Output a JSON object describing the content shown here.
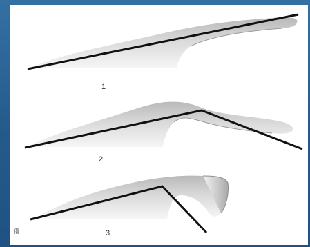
{
  "figure": {
    "items": [
      {
        "label": "1"
      },
      {
        "label": "2"
      },
      {
        "label": "3"
      }
    ],
    "corner_label": "傷",
    "colors": {
      "frame": "#2a5f8f",
      "panel": "#ffffff",
      "line": "#111111"
    }
  }
}
